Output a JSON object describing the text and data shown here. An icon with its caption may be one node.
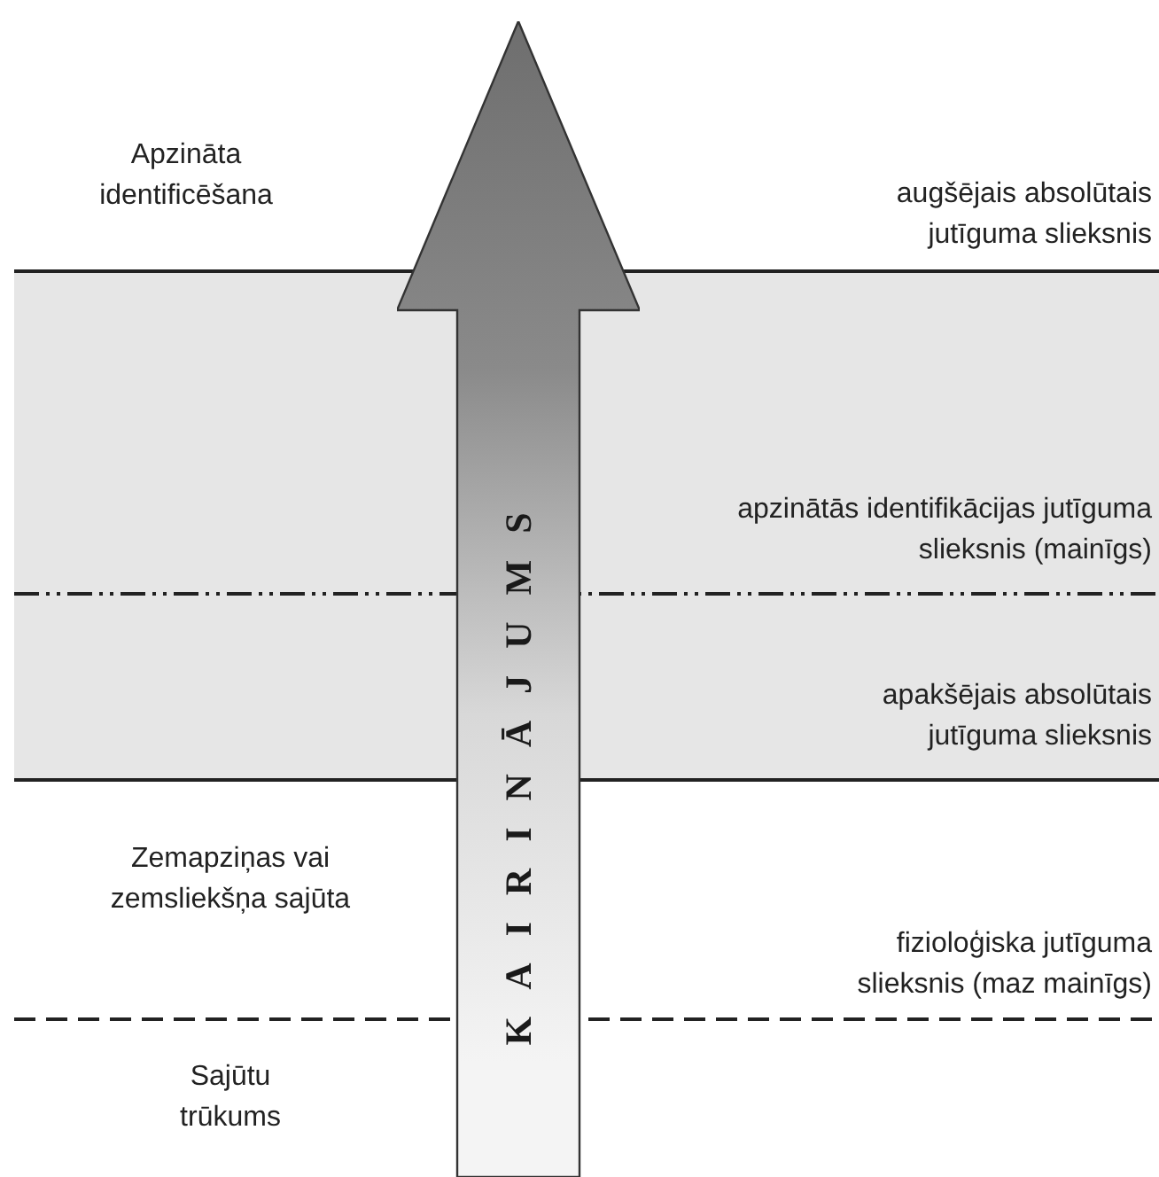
{
  "diagram": {
    "nodes": [
      {
        "text": [
          "KAIRINĀJUMS"
        ]
      }
    ],
    "labels": [
      "Apzināta identificēšana",
      "augšējais absolūtais jutīguma slieksnis",
      "apzinātās identifikācijas jutīguma slieksnis (mainīgs)",
      "apakšējais absolūtais jutīguma slieksnis",
      "Zemapziņas vai zemsliekšņa sajūta",
      "fizioloģiska jutīguma slieksnis (maz mainīgs)",
      "Sajūtu trūkums"
    ]
  }
}
